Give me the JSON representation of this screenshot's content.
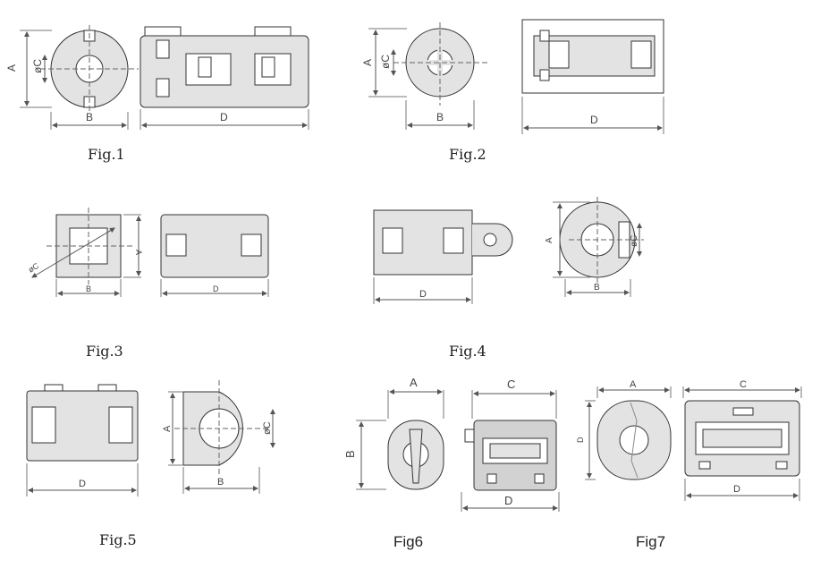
{
  "figures": [
    {
      "id": "fig1",
      "caption": "Fig.1",
      "dims": {
        "a": "A",
        "b": "B",
        "c": "øC",
        "d": "D"
      }
    },
    {
      "id": "fig2",
      "caption": "Fig.2",
      "dims": {
        "a": "A",
        "b": "B",
        "c": "øC",
        "d": "D"
      }
    },
    {
      "id": "fig3",
      "caption": "Fig.3",
      "dims": {
        "a": "A",
        "b": "B",
        "c": "øC",
        "d": "D"
      }
    },
    {
      "id": "fig4",
      "caption": "Fig.4",
      "dims": {
        "a": "A",
        "b": "B",
        "c": "øC",
        "d": "D"
      }
    },
    {
      "id": "fig5",
      "caption": "Fig.5",
      "dims": {
        "a": "A",
        "b": "B",
        "c": "øC",
        "d": "D"
      }
    },
    {
      "id": "fig6",
      "caption": "Fig6",
      "dims": {
        "a": "A",
        "b": "B",
        "c": "C",
        "d": "D"
      }
    },
    {
      "id": "fig7",
      "caption": "Fig7",
      "dims": {
        "a": "A",
        "b": "D",
        "c": "C",
        "d": "D"
      }
    }
  ],
  "colors": {
    "line": "#333333",
    "body": "#e3e3e3",
    "body_dark": "#c9c9c9",
    "dim": "#555555"
  }
}
